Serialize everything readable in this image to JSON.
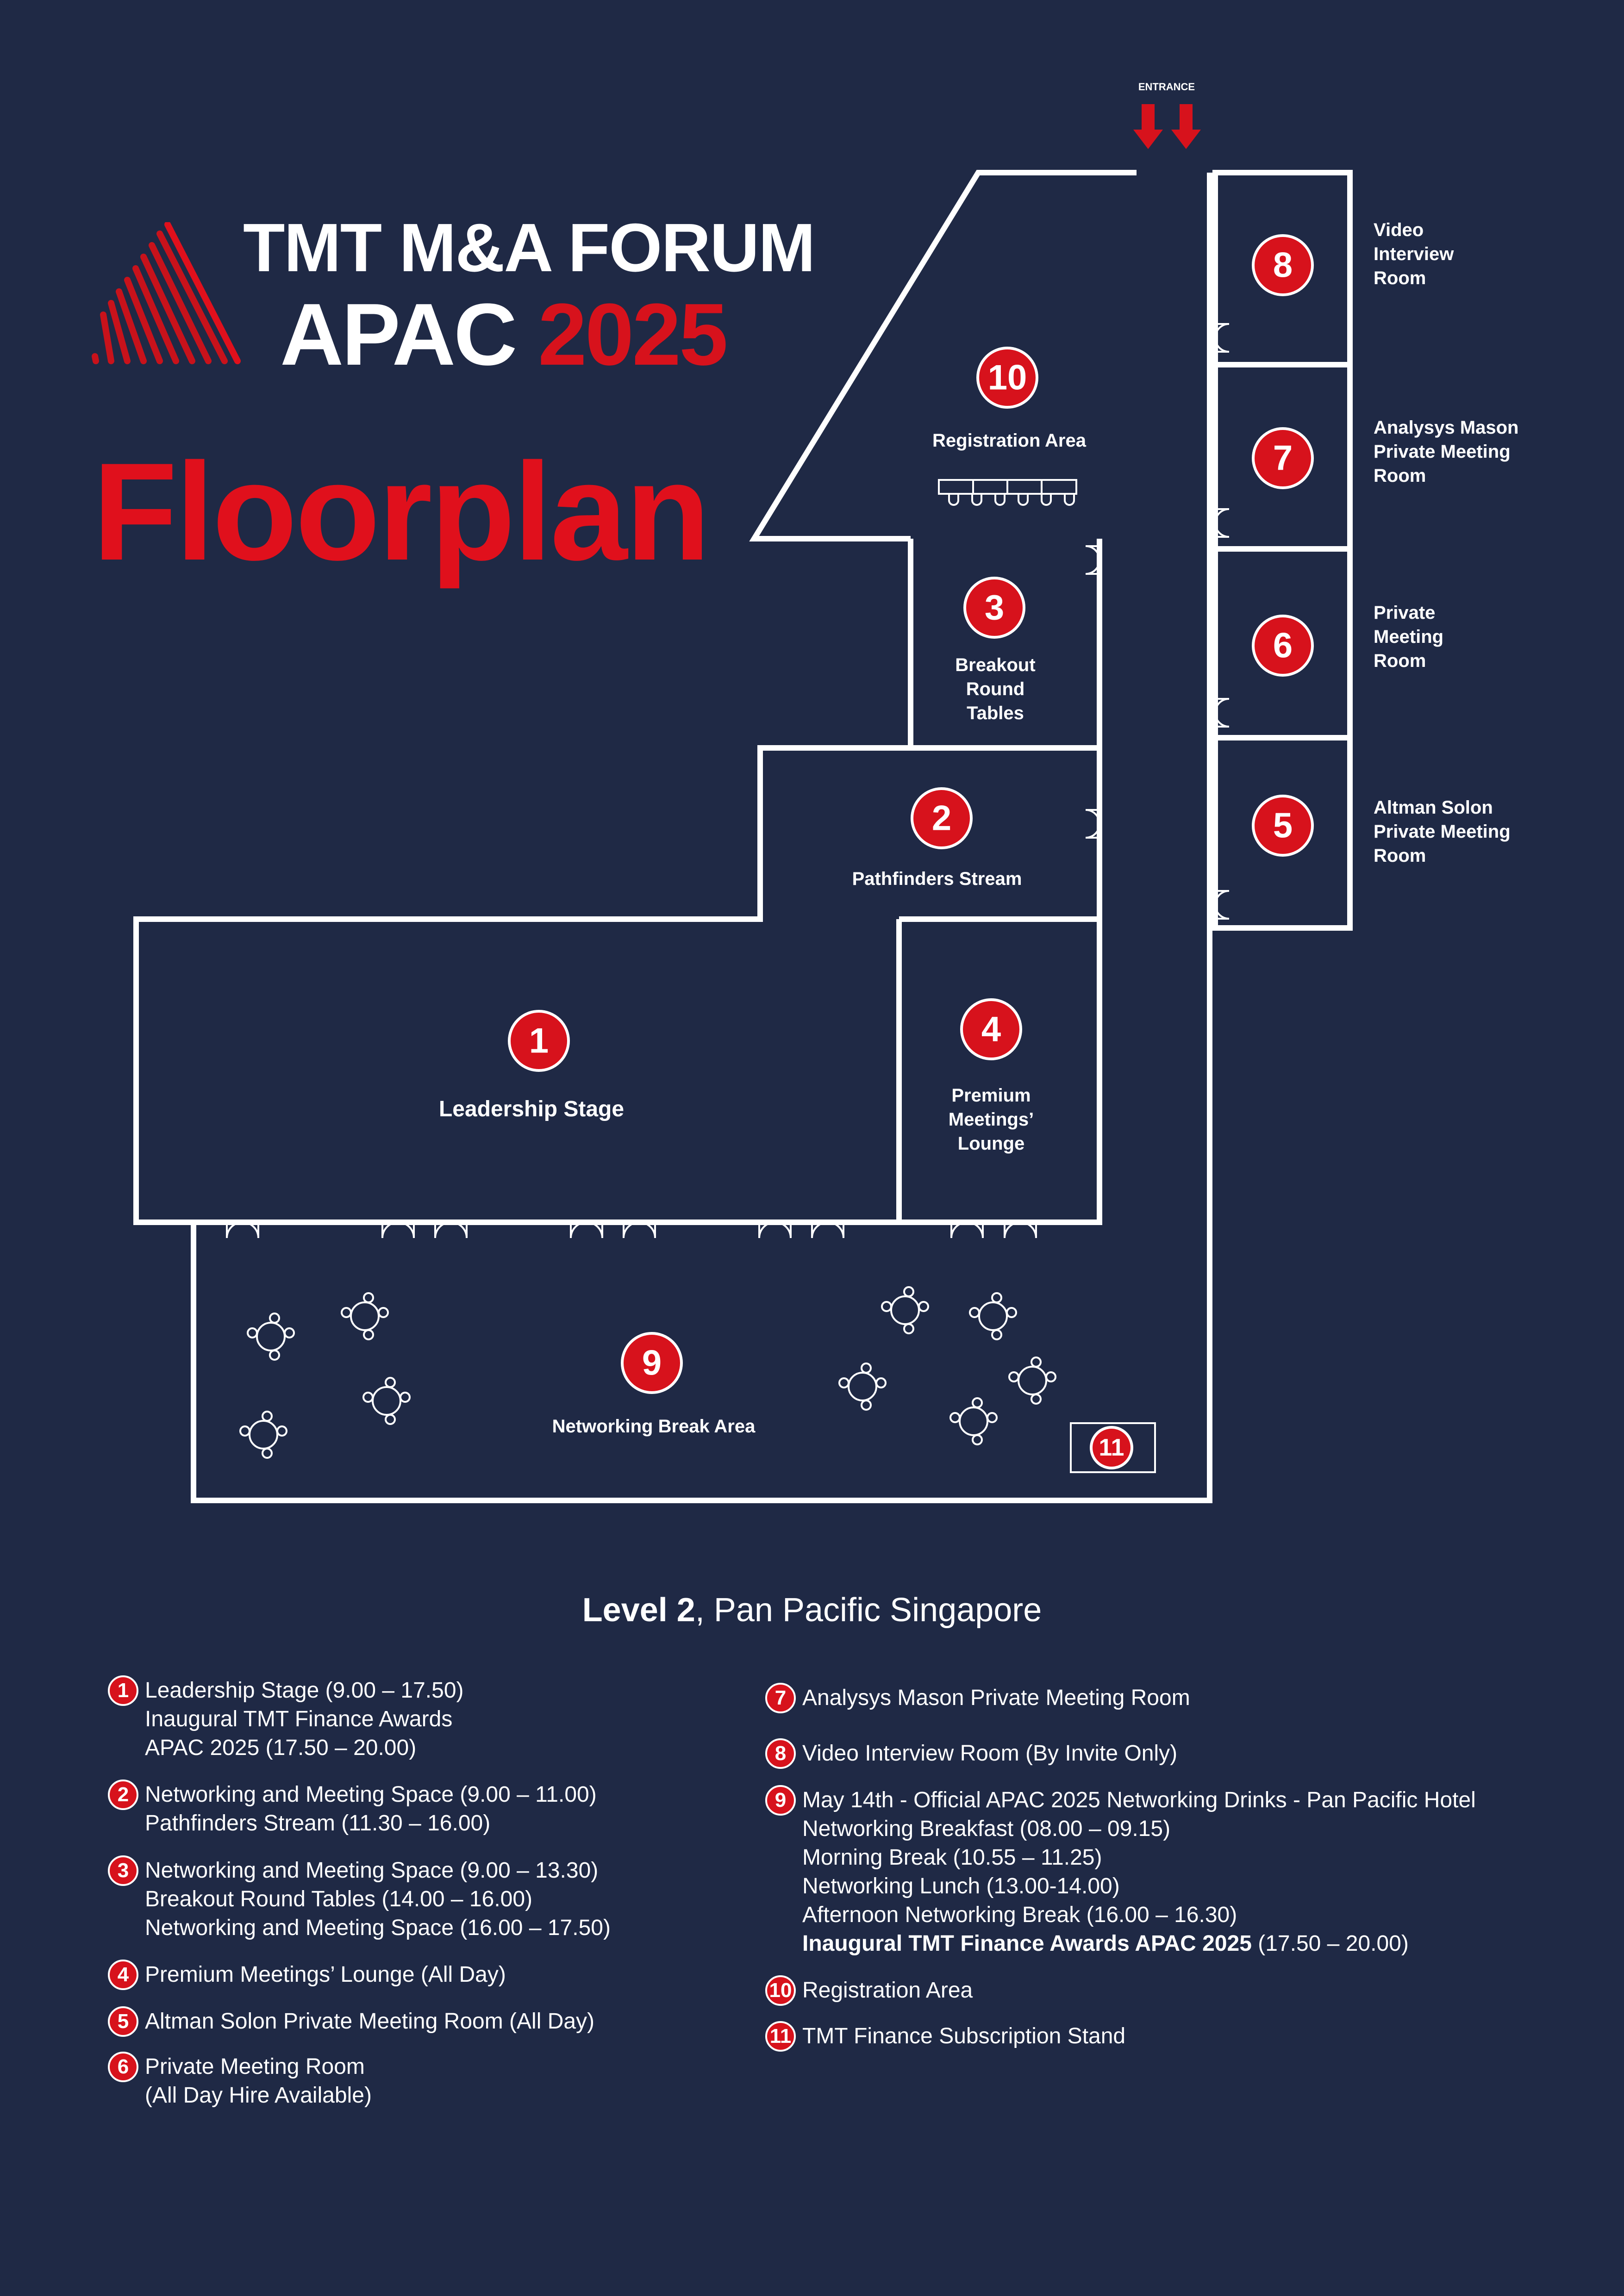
{
  "logo": {
    "line1": "TMT M&A FORUM",
    "line2a": "APAC",
    "line2b": "2025"
  },
  "title": "Floorplan",
  "entrance": "ENTRANCE",
  "rooms": {
    "r1": {
      "num": "1",
      "label": "Leadership Stage"
    },
    "r2": {
      "num": "2",
      "label": "Pathfinders Stream"
    },
    "r3": {
      "num": "3",
      "lines": [
        "Breakout",
        "Round",
        "Tables"
      ]
    },
    "r4": {
      "num": "4",
      "lines": [
        "Premium",
        "Meetings’",
        "Lounge"
      ]
    },
    "r5": {
      "num": "5",
      "lines": [
        "Altman Solon",
        "Private Meeting",
        "Room"
      ]
    },
    "r6": {
      "num": "6",
      "lines": [
        "Private",
        "Meeting",
        "Room"
      ]
    },
    "r7": {
      "num": "7",
      "lines": [
        "Analysys Mason",
        "Private Meeting",
        "Room"
      ]
    },
    "r8": {
      "num": "8",
      "lines": [
        "Video",
        "Interview",
        "Room"
      ]
    },
    "r9": {
      "num": "9",
      "label": "Networking Break Area"
    },
    "r10": {
      "num": "10",
      "label": "Registration Area"
    },
    "r11": {
      "num": "11"
    }
  },
  "venue": {
    "level": "Level 2",
    "rest": ", Pan Pacific Singapore"
  },
  "legend": [
    {
      "num": "1",
      "lines": [
        "Leadership Stage (9.00 – 17.50)",
        "Inaugural TMT Finance Awards",
        "APAC 2025 (17.50 – 20.00)"
      ]
    },
    {
      "num": "2",
      "lines": [
        "Networking and Meeting Space (9.00 – 11.00)",
        "Pathfinders Stream (11.30 – 16.00)"
      ]
    },
    {
      "num": "3",
      "lines": [
        "Networking and Meeting Space (9.00 – 13.30)",
        "Breakout Round Tables (14.00 – 16.00)",
        "Networking and Meeting Space (16.00 – 17.50)"
      ]
    },
    {
      "num": "4",
      "lines": [
        "Premium Meetings’ Lounge (All Day)"
      ]
    },
    {
      "num": "5",
      "lines": [
        "Altman Solon Private Meeting Room (All Day)"
      ]
    },
    {
      "num": "6",
      "lines": [
        "Private Meeting Room",
        "(All Day Hire Available)"
      ]
    },
    {
      "num": "7",
      "lines": [
        "Analysys Mason Private Meeting Room"
      ]
    },
    {
      "num": "8",
      "lines": [
        "Video Interview Room (By Invite Only)"
      ]
    },
    {
      "num": "9",
      "lines": [
        "May 14th - Official APAC 2025 Networking Drinks - Pan Pacific Hotel",
        "Networking Breakfast (08.00 – 09.15)",
        "Morning Break (10.55 – 11.25)",
        "Networking Lunch (13.00-14.00)",
        "Afternoon Networking Break (16.00 – 16.30)"
      ],
      "bold": "Inaugural TMT Finance Awards APAC 2025",
      "bold_suffix": " (17.50 – 20.00)"
    },
    {
      "num": "10",
      "lines": [
        "Registration Area"
      ]
    },
    {
      "num": "11",
      "lines": [
        "TMT Finance Subscription Stand"
      ]
    }
  ],
  "colors": {
    "background": "#1f2945",
    "accent": "#d7121c",
    "text": "#ffffff"
  }
}
